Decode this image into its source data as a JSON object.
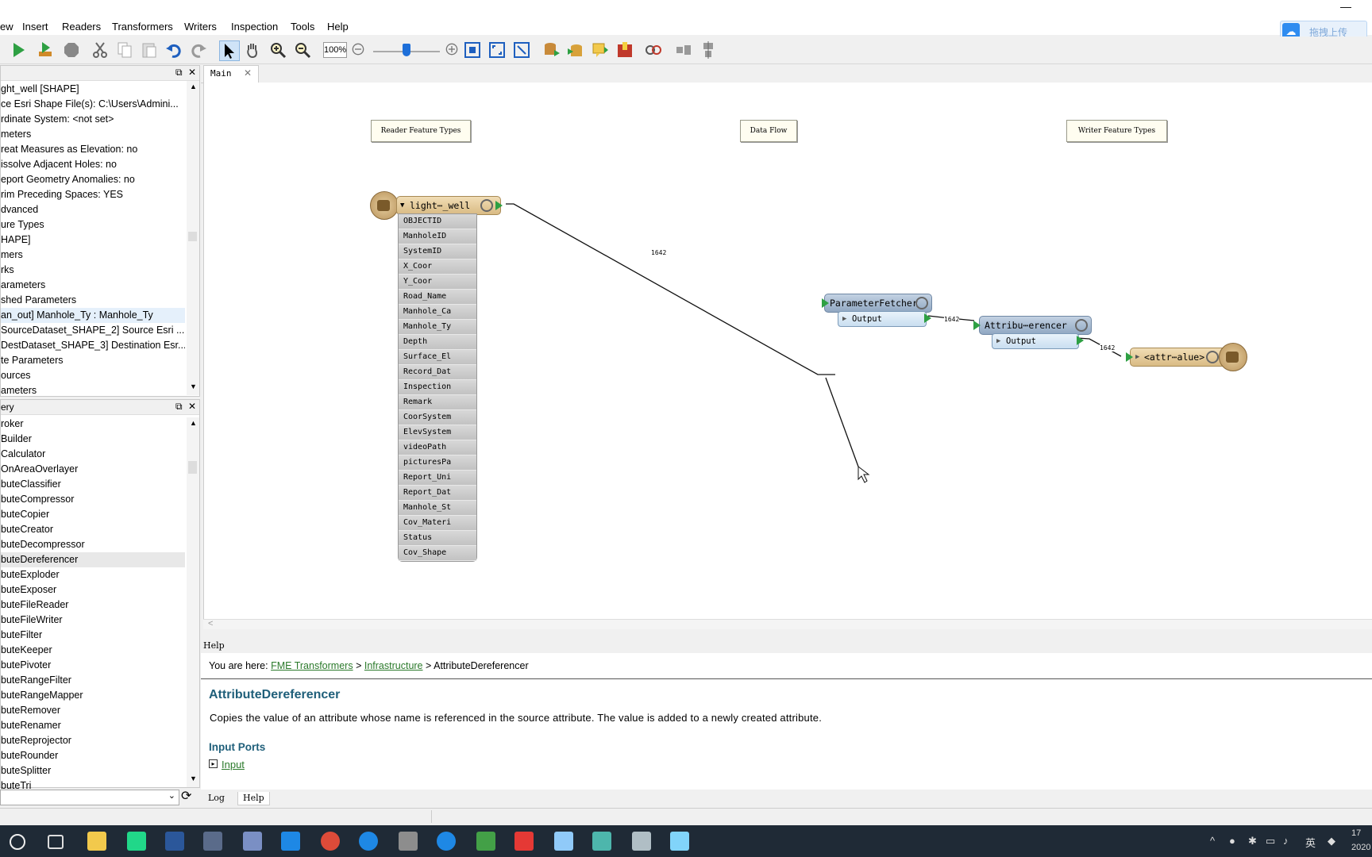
{
  "window": {
    "title_fragment": "ool",
    "close_glyph": "—"
  },
  "menu": [
    "ew",
    "Insert",
    "Readers",
    "Transformers",
    "Writers",
    "Inspection",
    "Tools",
    "Help"
  ],
  "upload_button": {
    "label": "拖拽上传"
  },
  "toolbar": {
    "zoom_value": "100%"
  },
  "navigator": {
    "rows": [
      "ght_well [SHAPE]",
      "ce Esri Shape File(s): C:\\Users\\Admini...",
      "rdinate System: <not set>",
      "meters",
      "reat Measures as Elevation: no",
      "issolve Adjacent Holes: no",
      "eport Geometry Anomalies: no",
      "rim Preceding Spaces: YES",
      "dvanced",
      "ure Types",
      "HAPE]",
      "mers",
      "rks",
      "arameters",
      "shed Parameters",
      "an_out] Manhole_Ty : Manhole_Ty",
      "SourceDataset_SHAPE_2] Source Esri ...",
      "DestDataset_SHAPE_3] Destination Esr...",
      "te Parameters",
      "ources",
      "ameters"
    ],
    "selected_index": 15
  },
  "transformer_gallery": {
    "title": "ery",
    "rows": [
      "roker",
      "Builder",
      "Calculator",
      "OnAreaOverlayer",
      "buteClassifier",
      "buteCompressor",
      "buteCopier",
      "buteCreator",
      "buteDecompressor",
      "buteDereferencer",
      "buteExploder",
      "buteExposer",
      "buteFileReader",
      "buteFileWriter",
      "buteFilter",
      "buteKeeper",
      "butePivoter",
      "buteRangeFilter",
      "buteRangeMapper",
      "buteRemover",
      "buteRenamer",
      "buteReprojector",
      "buteRounder",
      "buteSplitter",
      "buteTri"
    ],
    "selected_index": 9
  },
  "canvas": {
    "tab": "Main",
    "annotations": {
      "reader": "Reader Feature Types",
      "flow": "Data Flow",
      "writer": "Writer Feature Types"
    },
    "reader_node": "light⋯_well",
    "attributes": [
      "OBJECTID",
      "ManholeID",
      "SystemID",
      "X_Coor",
      "Y_Coor",
      "Road_Name",
      "Manhole_Ca",
      "Manhole_Ty",
      "Depth",
      "Surface_El",
      "Record_Dat",
      "Inspection",
      "Remark",
      "CoorSystem",
      "ElevSystem",
      "videoPath",
      "picturesPa",
      "Report_Uni",
      "Report_Dat",
      "Manhole_St",
      "Cov_Materi",
      "Status",
      "Cov_Shape"
    ],
    "param_fetcher": {
      "name": "ParameterFetcher",
      "port": "Output"
    },
    "deref": {
      "name": "Attribu⋯erencer",
      "port": "Output"
    },
    "writer_node": "<attr⋯alue>",
    "counts": [
      "1642",
      "1642",
      "1642"
    ]
  },
  "help": {
    "header": "Help",
    "breadcrumb_prefix": "You are here:",
    "crumb1": "FME Transformers",
    "sep": ">",
    "crumb2": "Infrastructure",
    "crumb3": "AttributeDereferencer",
    "title": "AttributeDereferencer",
    "description": "Copies the value of an attribute whose name is referenced in the source attribute. The value is added to a newly created attribute.",
    "section": "Input Ports",
    "port_link": "Input",
    "tabs": [
      "Log",
      "Help"
    ]
  },
  "taskbar": {
    "ime": "英",
    "clock_fragment_1": "17",
    "clock_fragment_2": "2020"
  },
  "colors": {
    "link": "#2b7a2b",
    "heading": "#1f5f7a",
    "taskbar": "#1f2a36",
    "transformer": "#9fb4cc",
    "feature": "#e9d2a4"
  }
}
